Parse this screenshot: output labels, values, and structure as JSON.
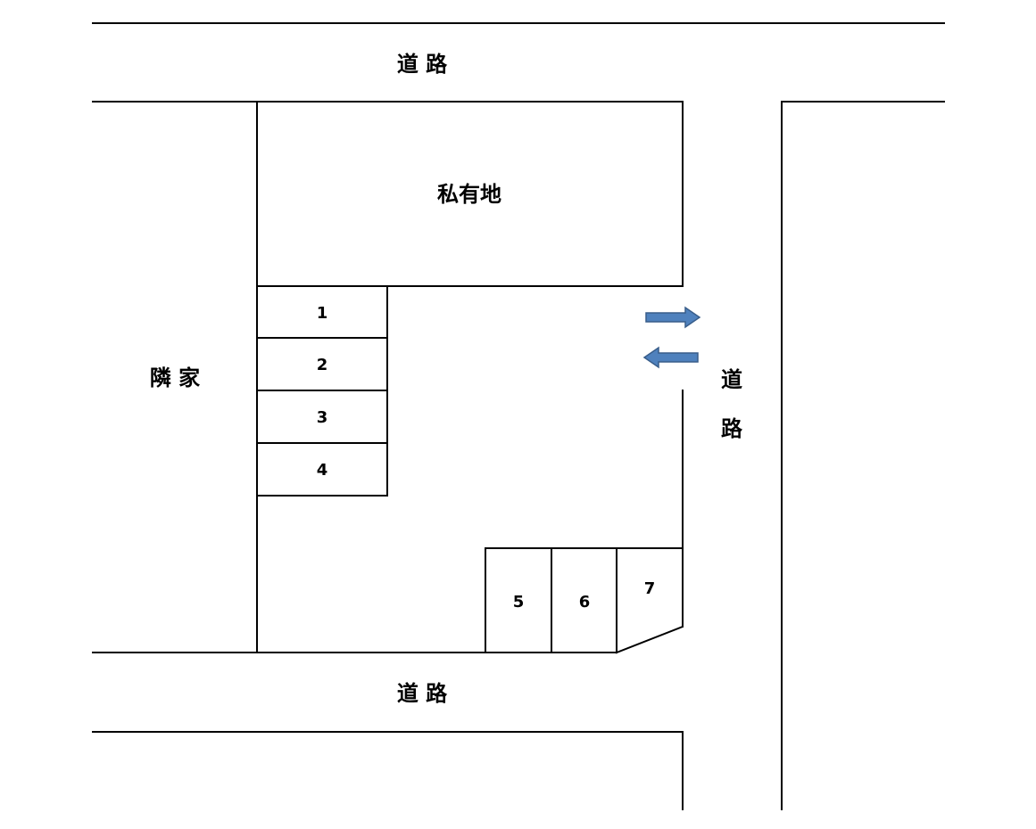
{
  "labels": {
    "road_top": "道 路",
    "road_bottom": "道 路",
    "road_right_1": "道",
    "road_right_2": "路",
    "private_land": "私有地",
    "neighbor_house": "隣 家"
  },
  "parking_spaces": [
    "1",
    "2",
    "3",
    "4",
    "5",
    "6",
    "7"
  ],
  "colors": {
    "arrow_fill": "#4f81bd",
    "arrow_stroke": "#385d8a",
    "line": "#000000"
  },
  "arrows": [
    {
      "name": "exit-arrow",
      "direction": "right"
    },
    {
      "name": "entry-arrow",
      "direction": "left"
    }
  ]
}
